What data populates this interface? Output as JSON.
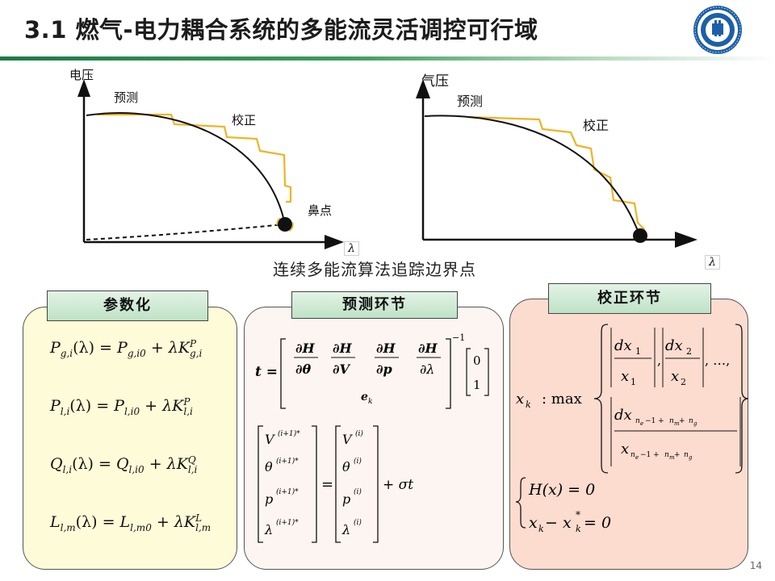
{
  "slide": {
    "title": "3.1 燃气-电力耦合系统的多能流灵活调控可行域",
    "page_number": "14",
    "caption": "连续多能流算法追踪边界点"
  },
  "plot_left": {
    "y_label": "电压",
    "predict_label": "预测",
    "correct_label": "校正",
    "nose_label": "鼻点",
    "x_label": "λ"
  },
  "plot_right": {
    "y_label": "气压",
    "predict_label": "预测",
    "correct_label": "校正",
    "x_label": "λ"
  },
  "panels": {
    "param": {
      "header": "参数化",
      "equations": [
        {
          "lhs": "P",
          "lhs_sub": "g,i",
          "arg": "(λ) = ",
          "base": "P",
          "base_sub": "g,i0",
          "mid": " + λK",
          "k_sup": "P",
          "k_sub": "g,i"
        },
        {
          "lhs": "P",
          "lhs_sub": "l,i",
          "arg": "(λ) = ",
          "base": "P",
          "base_sub": "l,i0",
          "mid": " + λK",
          "k_sup": "P",
          "k_sub": "l,i"
        },
        {
          "lhs": "Q",
          "lhs_sub": "l,i",
          "arg": "(λ) = ",
          "base": "Q",
          "base_sub": "l,i0",
          "mid": " + λK",
          "k_sup": "Q",
          "k_sub": "l,i"
        },
        {
          "lhs": "L",
          "lhs_sub": "l,m",
          "arg": "(λ) = ",
          "base": "L",
          "base_sub": "l,m0",
          "mid": " + λK",
          "k_sup": "L",
          "k_sub": "l,m"
        }
      ]
    },
    "predict": {
      "header": "预测环节",
      "t_eq": "t =",
      "partials": [
        "∂H",
        "∂θ",
        "∂H",
        "∂V",
        "∂H",
        "∂p",
        "∂H",
        "∂λ"
      ],
      "inv": "−1",
      "ek": "e",
      "ek_sub": "k",
      "vec_right": [
        "0",
        "1"
      ],
      "lhs_vec": [
        "V",
        "θ",
        "p",
        "λ"
      ],
      "lhs_sup": "(i+1)*",
      "rhs_vec": [
        "V",
        "θ",
        "p",
        "λ"
      ],
      "rhs_sup": "(i)",
      "equals": "=",
      "plus_sigma_t": "+ σt"
    },
    "correct": {
      "header": "校正环节",
      "xk": "x",
      "xk_sub": "k",
      "max_label": ": max",
      "frac1_num": "dx",
      "frac1_num_sub": "1",
      "frac1_den": "x",
      "frac1_den_sub": "1",
      "frac2_num": "dx",
      "frac2_num_sub": "2",
      "frac2_den": "x",
      "frac2_den_sub": "2",
      "ellipsis": ",  …,",
      "fracn_num": "dx",
      "fracn_den": "x",
      "fracn_sub_e": "e",
      "fracn_sub_m": "m",
      "fracn_sub_g": "g",
      "fracn_sub_text_a": "n",
      "fracn_sub_text_b": "−1 + ",
      "fracn_sub_text_c": " + ",
      "con1": "H(x) = 0",
      "con2_a": "x",
      "con2_sub": "k",
      "con2_b": " − x",
      "con2_sup": "*",
      "con2_c": " = 0"
    }
  }
}
